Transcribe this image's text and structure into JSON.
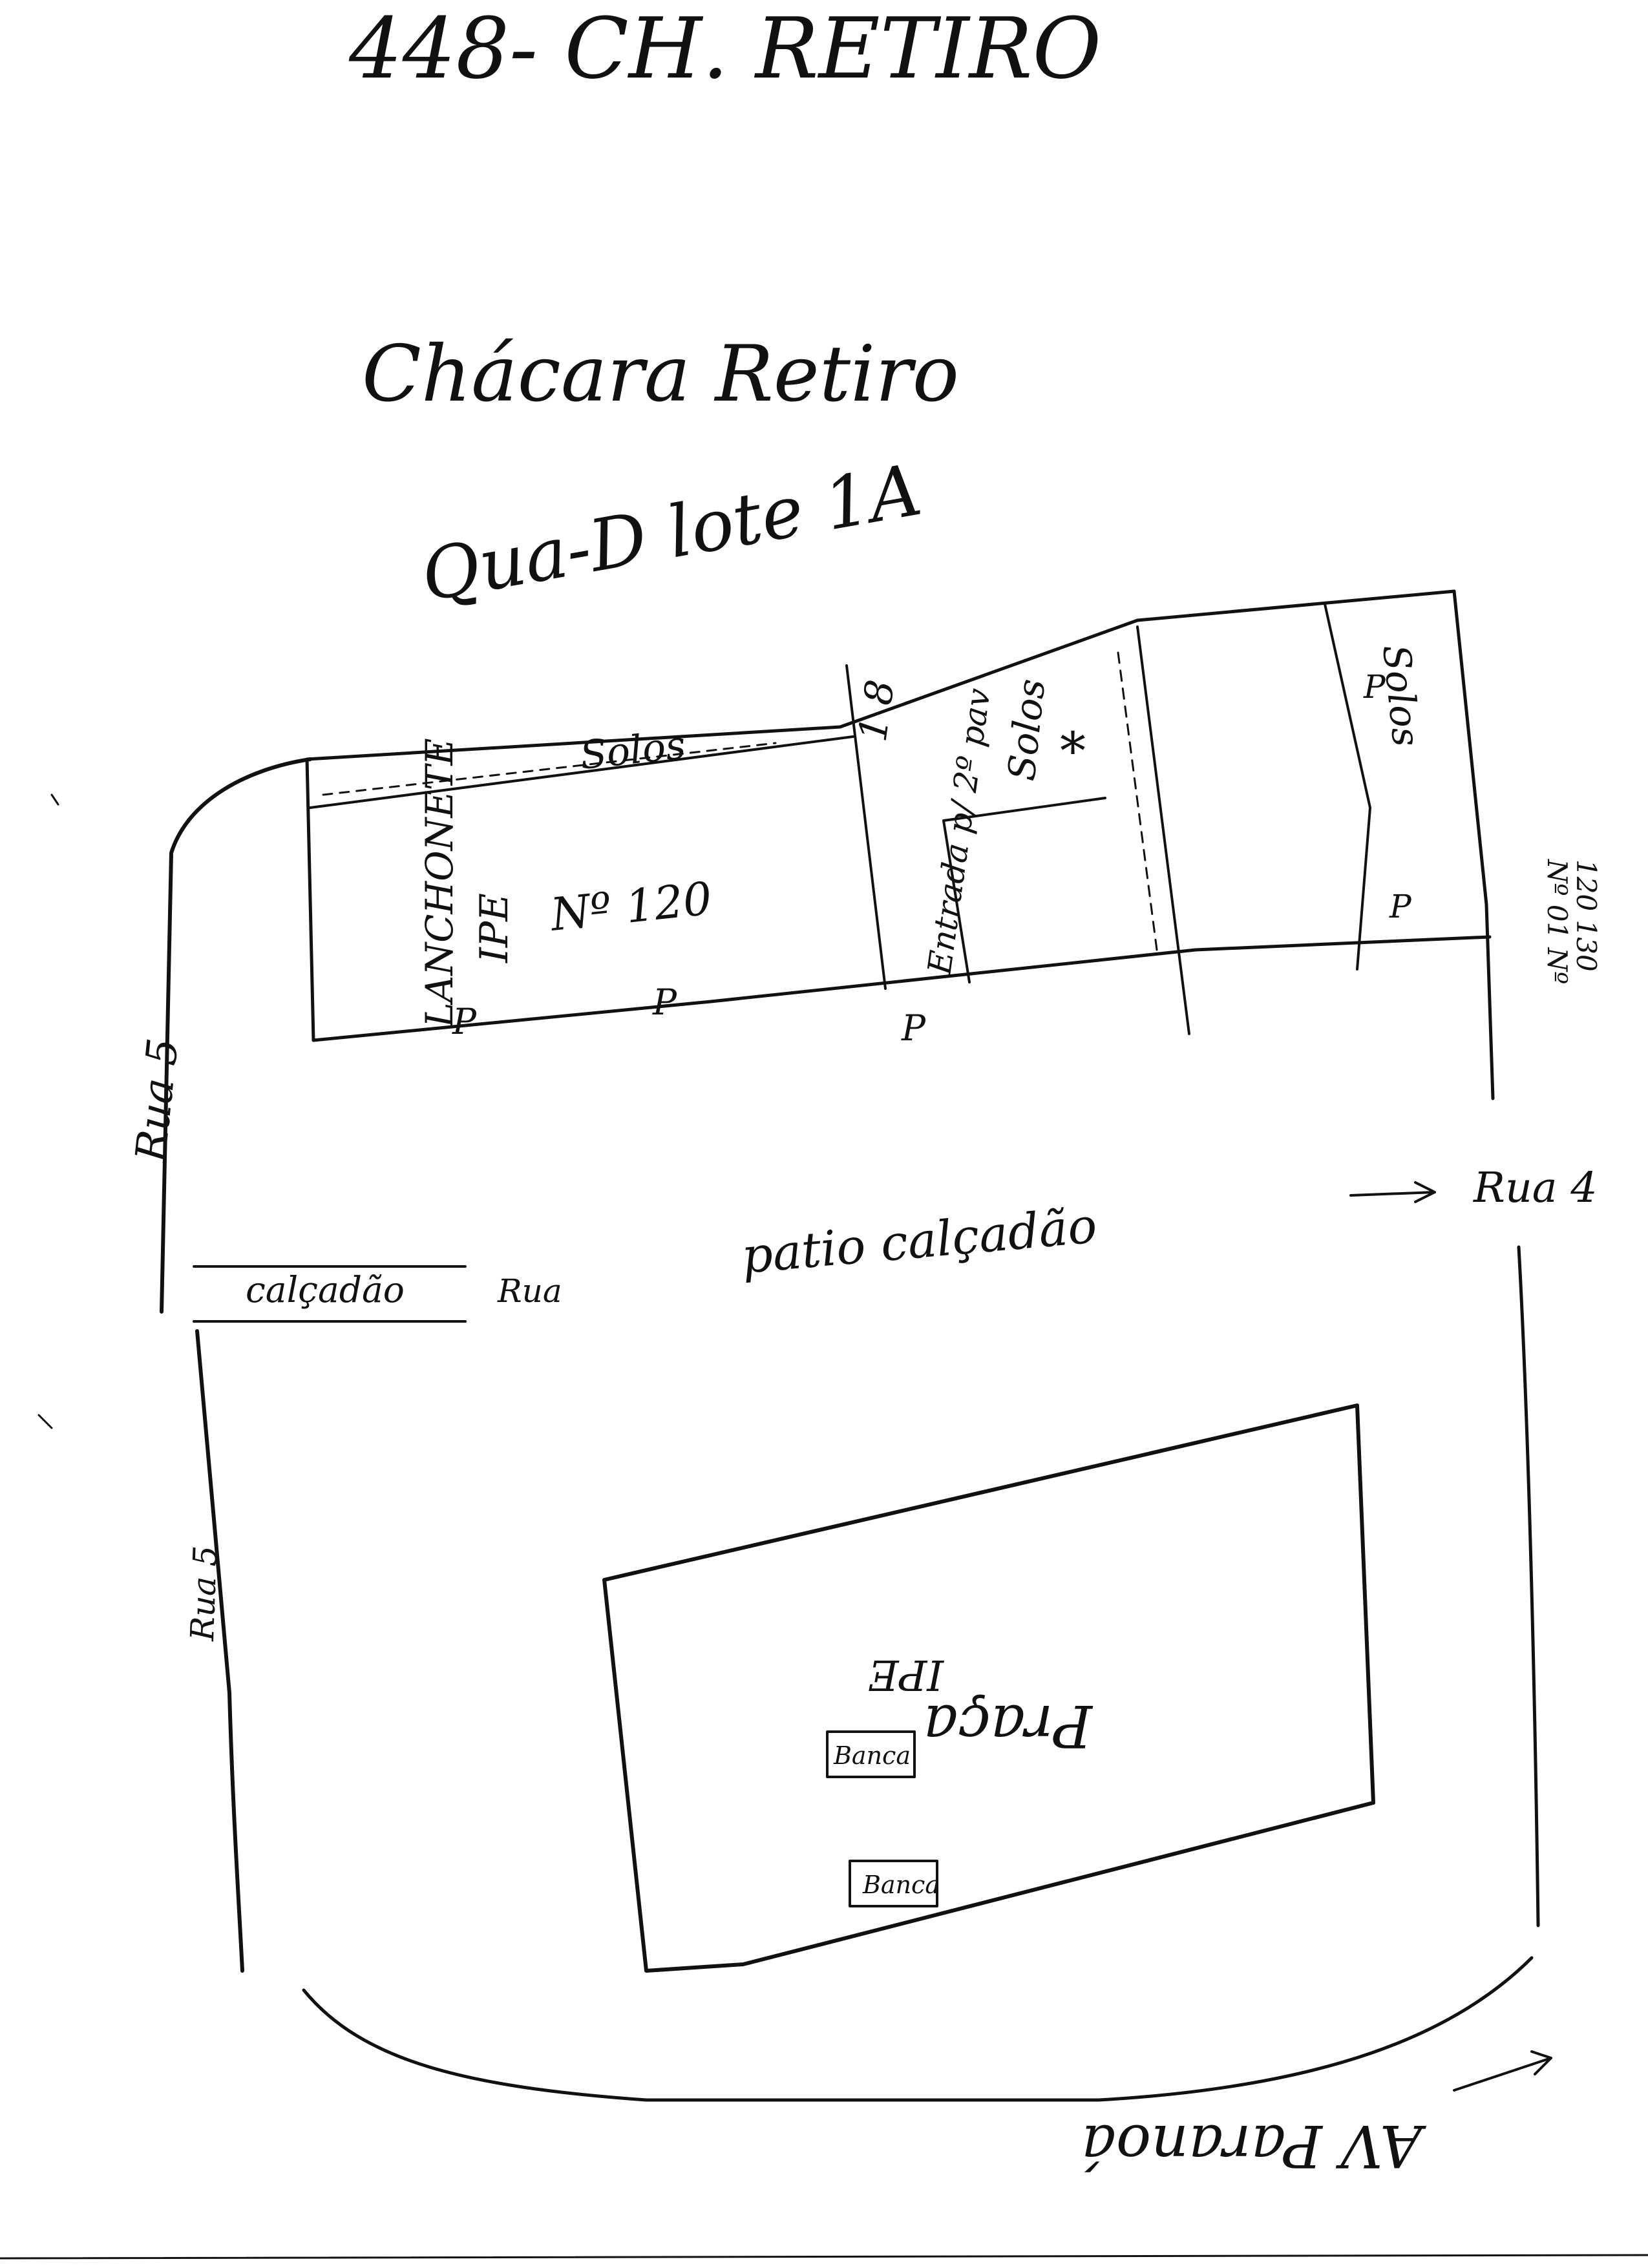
{
  "title": "448- CH. RETIRO",
  "place_name": "Chácara Retiro",
  "block_lot": "Qua-D lote 1A",
  "labels": {
    "solos_top": "Solos",
    "solos_mid": "Solos",
    "solos_right": "Solos",
    "lanchonete": "LANCHONETE",
    "ipe_top": "IPE",
    "number": "Nº 120",
    "entrada": "Entrada p/ 2º pav",
    "entrada_num": "1 8",
    "rua5_top": "Rua 5",
    "rua5_bottom": "Rua 5",
    "rua4": "Rua 4",
    "patio": "patio calçadão",
    "calcadao": "calçadão",
    "rua_small": "Rua",
    "praca": "Praça",
    "ipe_bottom": "IPE",
    "banca": "Banca",
    "banca2": "Banca",
    "avenida": "AV Paranoá",
    "right_note_1": "Nº 01 Nº",
    "right_note_2": "120 130",
    "p1": "P",
    "p2": "P",
    "p3": "P",
    "p4": "P",
    "p5": "P"
  },
  "colors": {
    "ink": "#111111",
    "paper": "#ffffff"
  }
}
